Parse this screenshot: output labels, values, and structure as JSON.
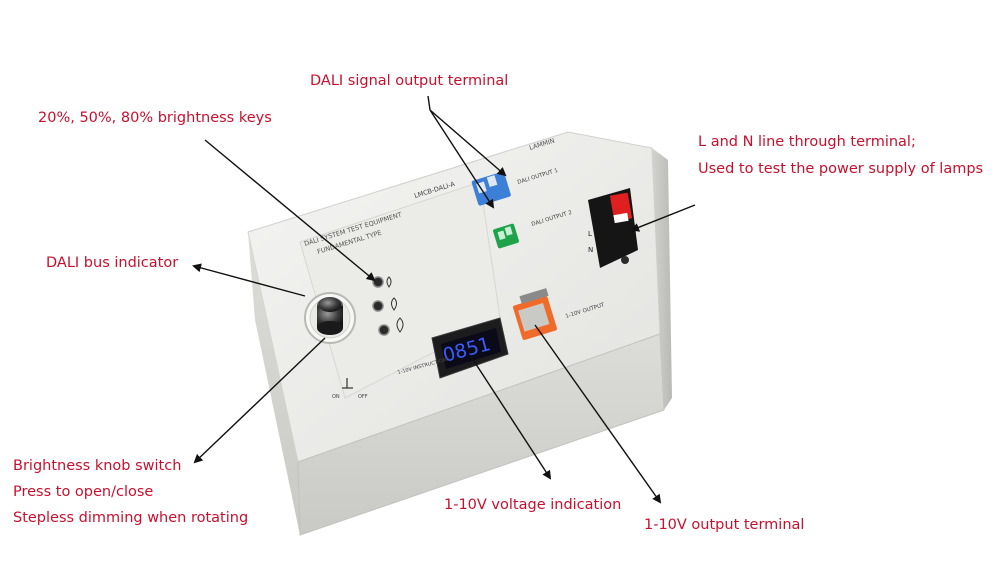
{
  "labels": {
    "dali_signal": "DALI signal output terminal",
    "brightness_keys": "20%, 50%, 80% brightness keys",
    "ln_terminal_line1": "L and N line through terminal;",
    "ln_terminal_line2": "Used to test the power supply of lamps",
    "dali_bus": "DALI bus indicator",
    "knob_line1": "Brightness knob switch",
    "knob_line2": "Press to open/close",
    "knob_line3": "Stepless dimming when rotating",
    "voltage_indication": "1-10V voltage indication",
    "output_terminal": "1-10V output terminal"
  },
  "device": {
    "brand": "LAMMIN",
    "model": "LMCB-DALI-A",
    "title_line1": "DALI SYSTEM TEST EQUIPMENT",
    "title_line2": "FUNDAMENTAL TYPE",
    "dali_output1": "DALI OUTPUT 1",
    "dali_output2": "DALI OUTPUT 2",
    "out_1_10v": "1-10V OUTPUT",
    "instructions": "1-10V INSTRUCTIONS",
    "switch_on": "ON",
    "switch_off": "OFF",
    "display_value": "0851",
    "terminal_l": "L",
    "terminal_n": "N"
  },
  "colors": {
    "annotation": "#c8102e",
    "display_digits": "#3b5bff",
    "terminal_blue": "#3b7fd6",
    "terminal_green": "#1fa34a",
    "terminal_orange": "#f06a2a",
    "terminal_red": "#e02020"
  }
}
